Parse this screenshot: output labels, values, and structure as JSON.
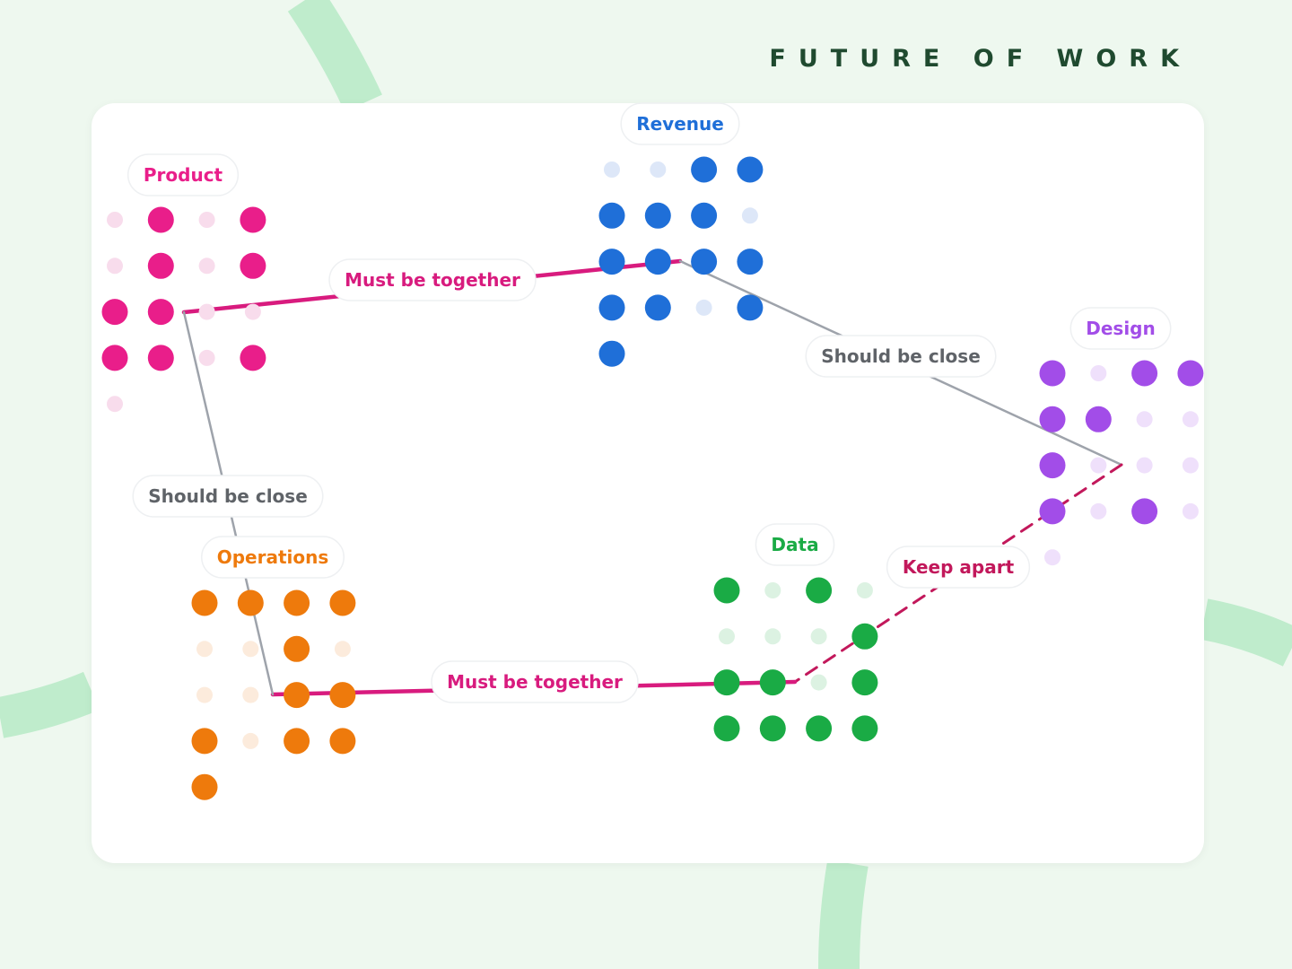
{
  "header": {
    "title": "FUTURE OF WORK"
  },
  "colors": {
    "background": "#eef8ef",
    "deco": "#bfeccc",
    "title": "#1f4a2f",
    "strong_link": "#d81b7e",
    "soft_link": "#9ea3ab",
    "keep_apart": "#c2185b",
    "soft_text": "#5f6368"
  },
  "groups": [
    {
      "id": "product",
      "label": "Product",
      "color": "#e91e8a",
      "pale": "#f8dcec",
      "dots": [
        [
          0,
          1,
          0,
          1
        ],
        [
          0,
          1,
          0,
          1
        ],
        [
          1,
          1,
          0,
          0
        ],
        [
          1,
          1,
          0,
          1
        ],
        [
          0
        ]
      ]
    },
    {
      "id": "revenue",
      "label": "Revenue",
      "color": "#1f6fd8",
      "pale": "#dde7f8",
      "dots": [
        [
          0,
          0,
          1,
          1
        ],
        [
          1,
          1,
          1,
          0
        ],
        [
          1,
          1,
          1,
          1
        ],
        [
          1,
          1,
          0,
          1
        ],
        [
          1
        ]
      ]
    },
    {
      "id": "design",
      "label": "Design",
      "color": "#a24de8",
      "pale": "#efe0fb",
      "dots": [
        [
          1,
          0,
          1,
          1
        ],
        [
          1,
          1,
          0,
          0
        ],
        [
          1,
          0,
          0,
          0
        ],
        [
          1,
          0,
          1,
          0
        ],
        [
          0
        ]
      ]
    },
    {
      "id": "operations",
      "label": "Operations",
      "color": "#ee7a0c",
      "pale": "#fcebdc",
      "dots": [
        [
          1,
          1,
          1,
          1
        ],
        [
          0,
          0,
          1,
          0
        ],
        [
          0,
          0,
          1,
          1
        ],
        [
          1,
          0,
          1,
          1
        ],
        [
          1
        ]
      ]
    },
    {
      "id": "data",
      "label": "Data",
      "color": "#1aab45",
      "pale": "#dcf2e2",
      "dots": [
        [
          1,
          0,
          1,
          0
        ],
        [
          0,
          0,
          0,
          1
        ],
        [
          1,
          1,
          0,
          1
        ],
        [
          1,
          1,
          1,
          1
        ]
      ]
    }
  ],
  "links": [
    {
      "id": "product-revenue",
      "from": "product",
      "to": "revenue",
      "kind": "strong",
      "label": "Must be together"
    },
    {
      "id": "revenue-design",
      "from": "revenue",
      "to": "design",
      "kind": "soft",
      "label": "Should be close"
    },
    {
      "id": "design-data",
      "from": "design",
      "to": "data",
      "kind": "apart",
      "label": "Keep apart"
    },
    {
      "id": "operations-data",
      "from": "operations",
      "to": "data",
      "kind": "strong",
      "label": "Must be together"
    },
    {
      "id": "product-operations",
      "from": "product",
      "to": "operations",
      "kind": "soft",
      "label": "Should be close"
    }
  ]
}
